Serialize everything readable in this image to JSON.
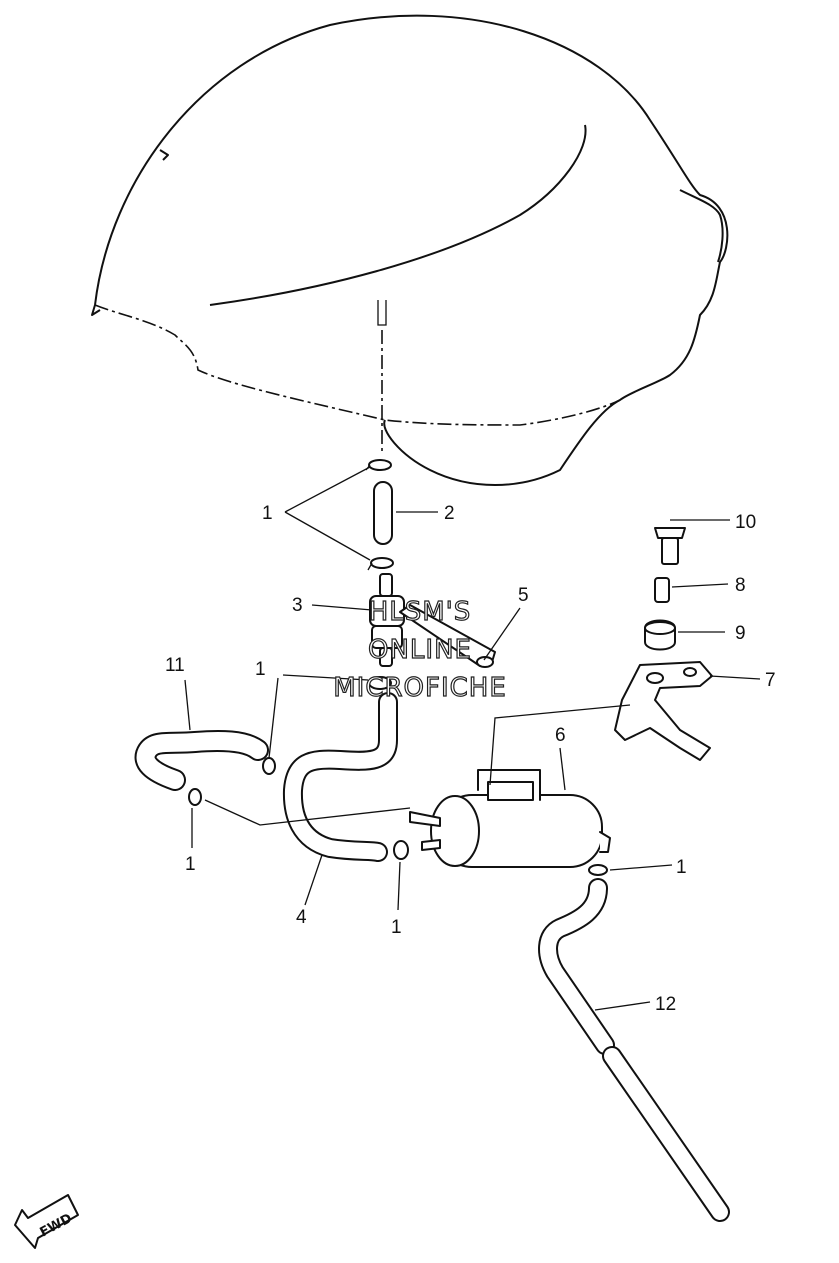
{
  "callouts": {
    "c1_top": "1",
    "c2": "2",
    "c3": "3",
    "c5": "5",
    "c10": "10",
    "c8": "8",
    "c9": "9",
    "c7": "7",
    "c11": "11",
    "c1_mid": "1",
    "c6": "6",
    "c1_left": "1",
    "c4": "4",
    "c1_bottom": "1",
    "c1_right": "1",
    "c12": "12"
  },
  "watermark": {
    "line1": "HLSM'S",
    "line2": "ONLINE",
    "line3": "MICROFICHE"
  },
  "fwd_label": "FWD"
}
